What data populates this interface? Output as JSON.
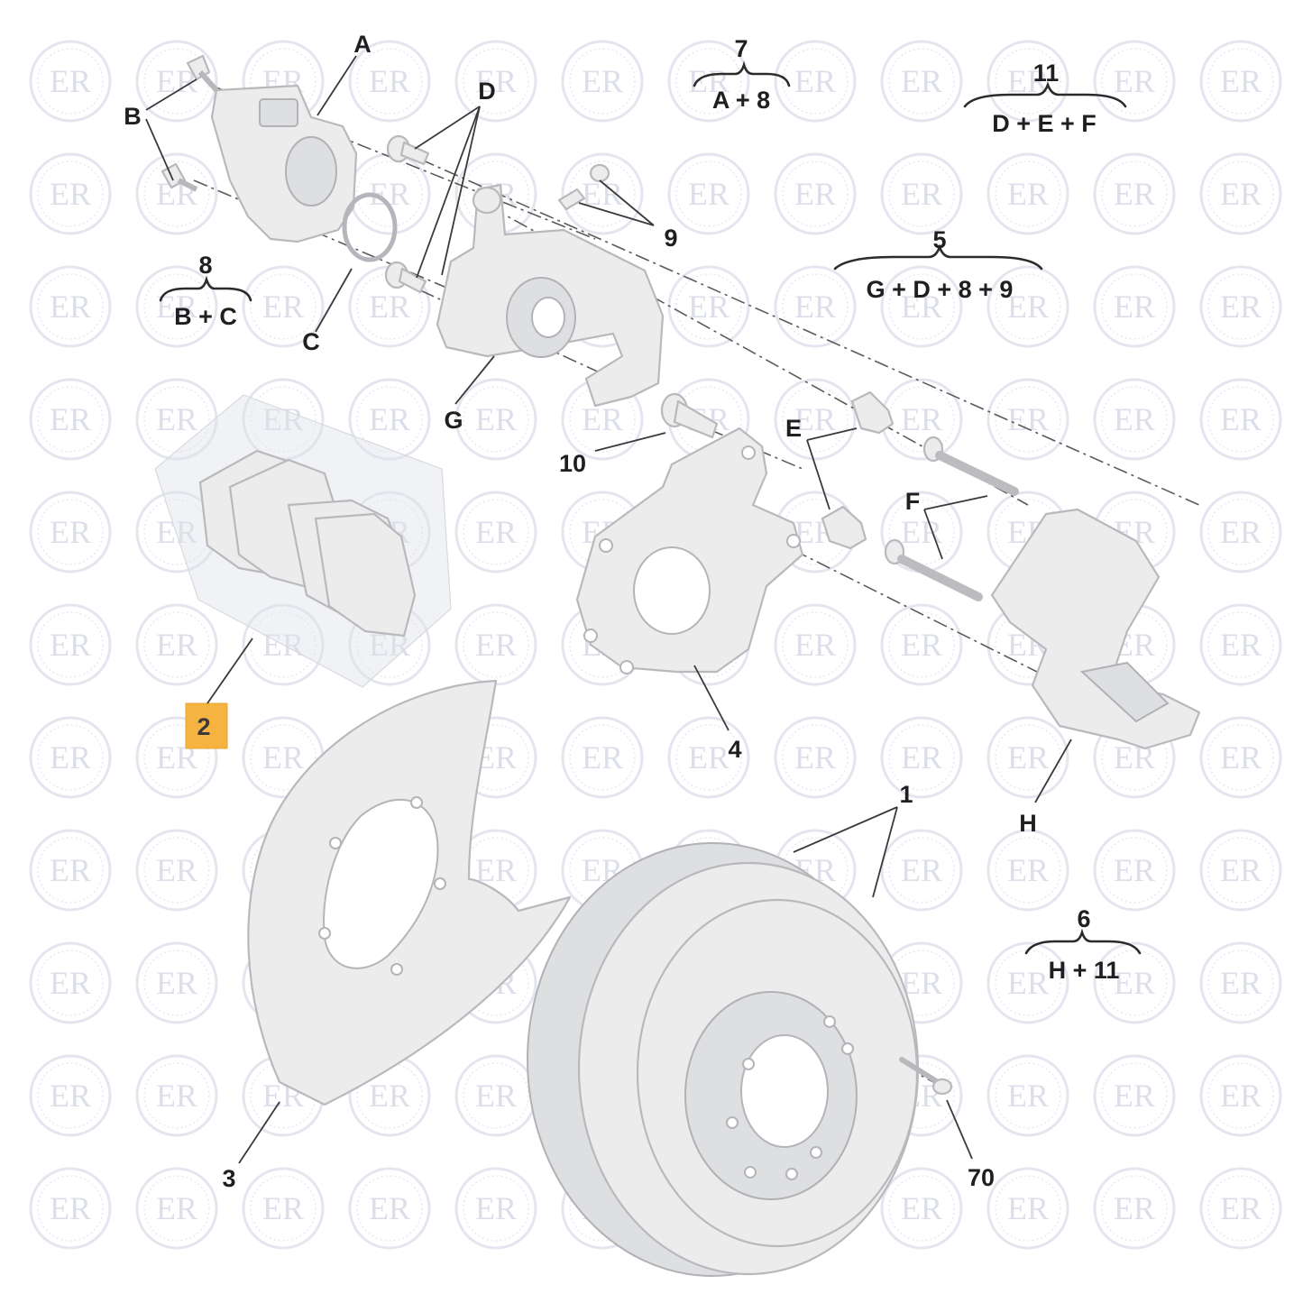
{
  "watermark": {
    "text": "ER"
  },
  "labels": {
    "A": "A",
    "B": "B",
    "C": "C",
    "D": "D",
    "E": "E",
    "F": "F",
    "G": "G",
    "H": "H",
    "n1": "1",
    "n2": "2",
    "n3": "3",
    "n4": "4",
    "n9": "9",
    "n10": "10",
    "n70": "70"
  },
  "groups": {
    "g7": {
      "number": "7",
      "formula": "A + 8"
    },
    "g11": {
      "number": "11",
      "formula": "D + E + F"
    },
    "g8": {
      "number": "8",
      "formula": "B + C"
    },
    "g5": {
      "number": "5",
      "formula": "G + D + 8 + 9"
    },
    "g6": {
      "number": "6",
      "formula": "H + 11"
    }
  },
  "colors": {
    "highlight": "#f5b342",
    "part_fill": "#ececed",
    "part_stroke": "#b9b9bd",
    "text": "#1f1f1f"
  }
}
